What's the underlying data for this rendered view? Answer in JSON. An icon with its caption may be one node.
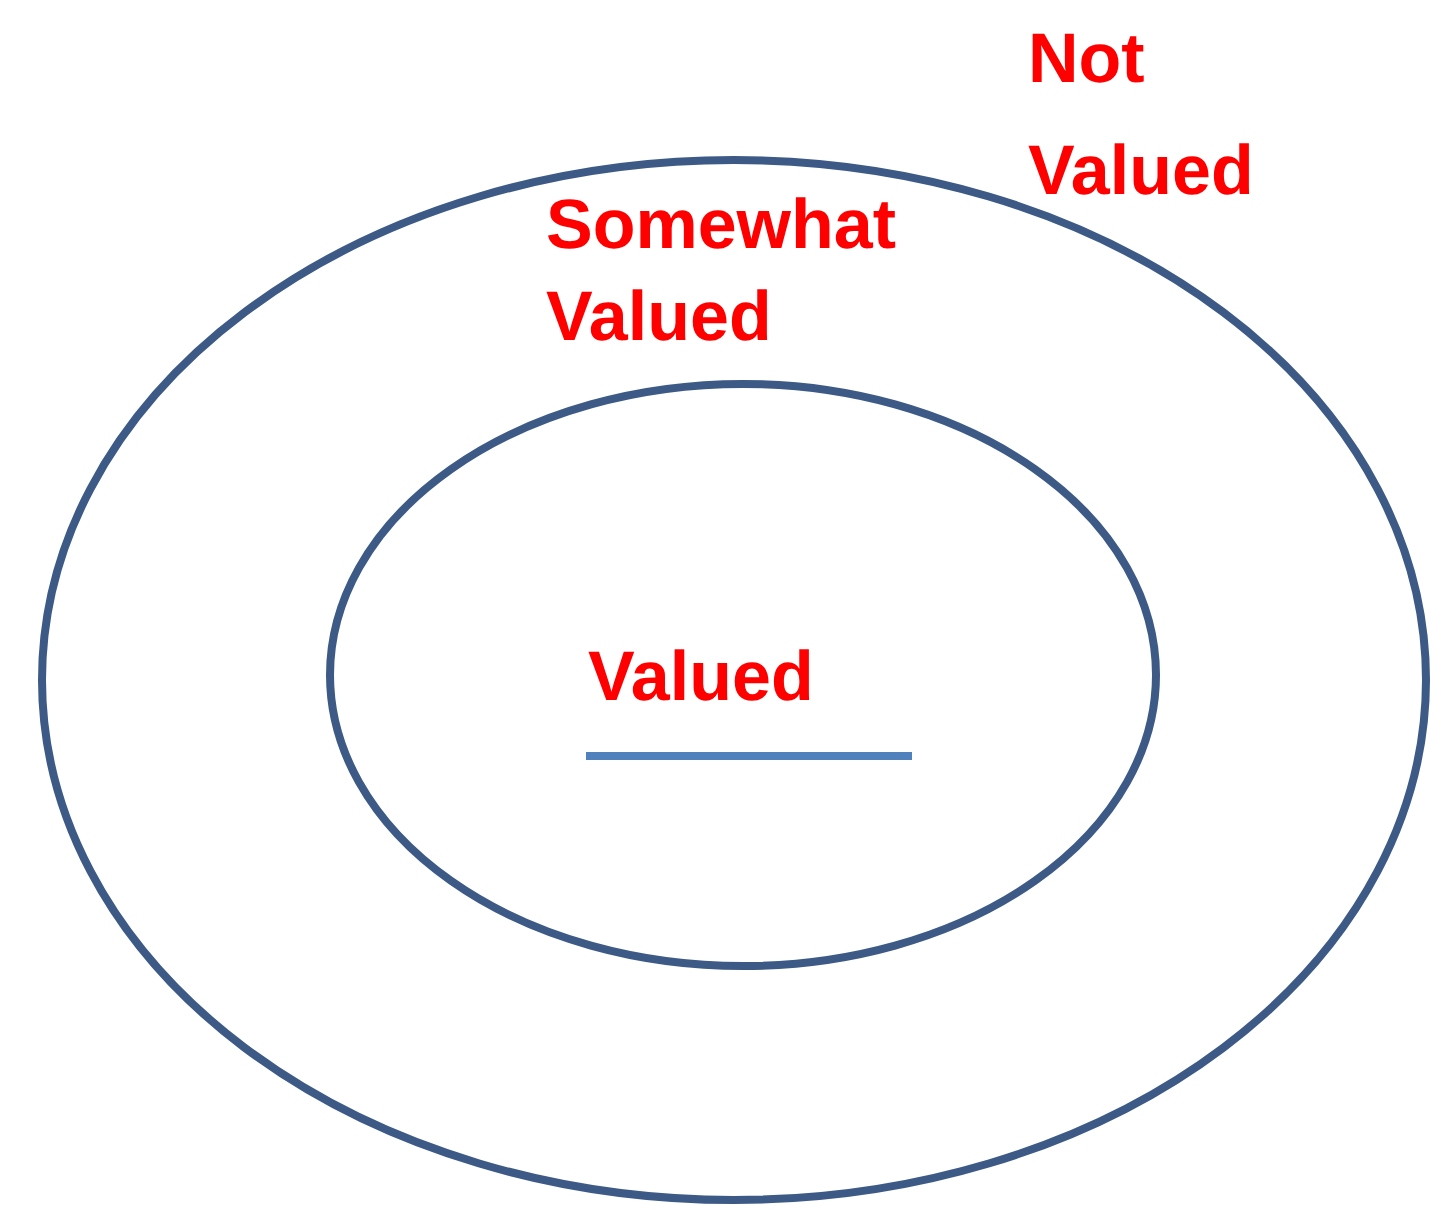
{
  "diagram": {
    "nodes": [
      {
        "text": [
          "Somewhat Valued"
        ]
      },
      {
        "text": [
          "Valued"
        ],
        "in": 0
      }
    ],
    "labels": [
      "Not Valued"
    ]
  }
}
